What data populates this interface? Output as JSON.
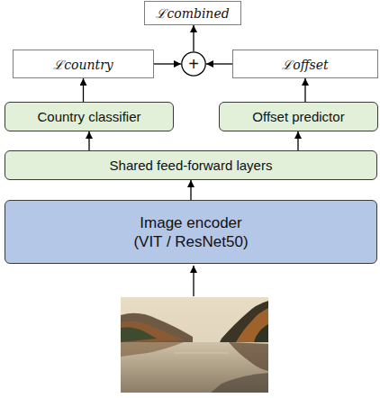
{
  "diagram": {
    "nodes": [
      {
        "text": [
          "ℒcombined"
        ]
      },
      {
        "text": [
          "ℒcountry"
        ]
      },
      {
        "text": [
          "+"
        ]
      },
      {
        "text": [
          "ℒoffset"
        ]
      },
      {
        "text": [
          "Country classifier"
        ]
      },
      {
        "text": [
          "Offset predictor"
        ]
      },
      {
        "text": [
          "Shared feed-forward layers"
        ]
      },
      {
        "text": [
          "Image encoder",
          "(VIT / ResNet50)"
        ]
      }
    ],
    "edges": [
      {
        "from": 4,
        "to": 1,
        "arrow": "to"
      },
      {
        "from": 5,
        "to": 3,
        "arrow": "to"
      },
      {
        "from": 6,
        "to": 4,
        "arrow": "to"
      },
      {
        "from": 6,
        "to": 5,
        "arrow": "to"
      },
      {
        "from": 7,
        "to": 6,
        "arrow": "to"
      },
      {
        "from": 1,
        "to": 2,
        "arrow": "to"
      },
      {
        "from": 3,
        "to": 2,
        "arrow": "to"
      },
      {
        "from": 2,
        "to": 0,
        "arrow": "to"
      }
    ]
  }
}
